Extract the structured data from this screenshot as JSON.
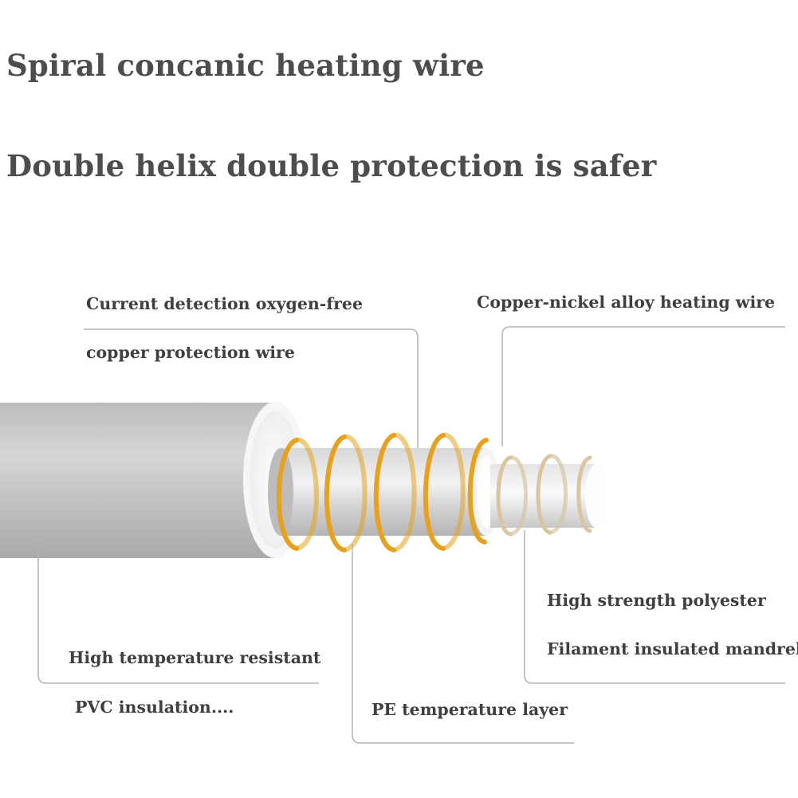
{
  "headline": {
    "line1": "Spiral concanic heating wire",
    "line2": "Double helix double protection is safer"
  },
  "labels": {
    "current_detection_1": "Current detection oxygen-free",
    "current_detection_2": "copper protection wire",
    "copper_nickel": "Copper-nickel alloy heating wire",
    "polyester_1": "High strength polyester",
    "polyester_2": "Filament insulated mandrel",
    "pvc_1": "High temperature resistant",
    "pvc_2": "PVC insulation....",
    "pe_layer": "PE temperature layer"
  },
  "colors": {
    "outer_sheath": "#c2c2c2",
    "copper_coil": "#e6a21e",
    "alloy_coil": "#d9c5a0",
    "leader_line": "#b3b3b3",
    "text": "#4d4d4d"
  }
}
